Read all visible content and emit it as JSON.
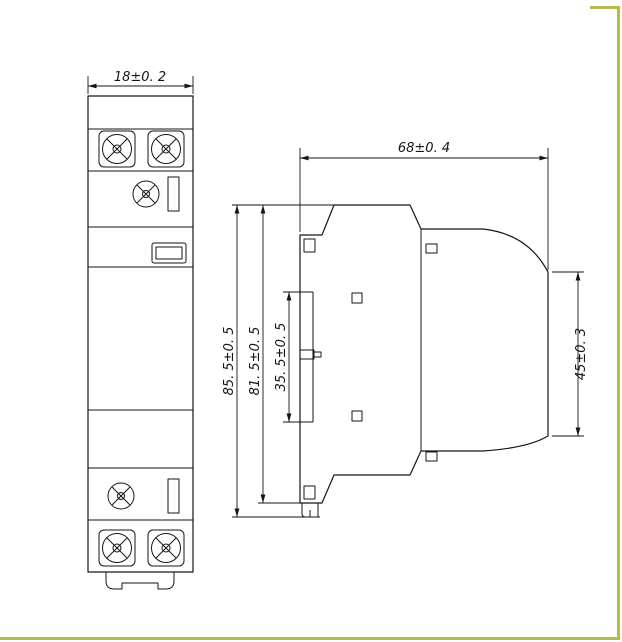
{
  "page": {
    "frame_color": "#b7bb4f",
    "background": "#ffffff"
  },
  "diagram": {
    "front_view": {
      "dim_width": "18±0. 2"
    },
    "side_view": {
      "dim_width": "68±0. 4",
      "dim_height_overall": "85. 5±0. 5",
      "dim_height_body": "81. 5±0. 5",
      "dim_rail_slot": "35. 5±0. 5",
      "dim_front_face": "45±0. 3"
    }
  }
}
